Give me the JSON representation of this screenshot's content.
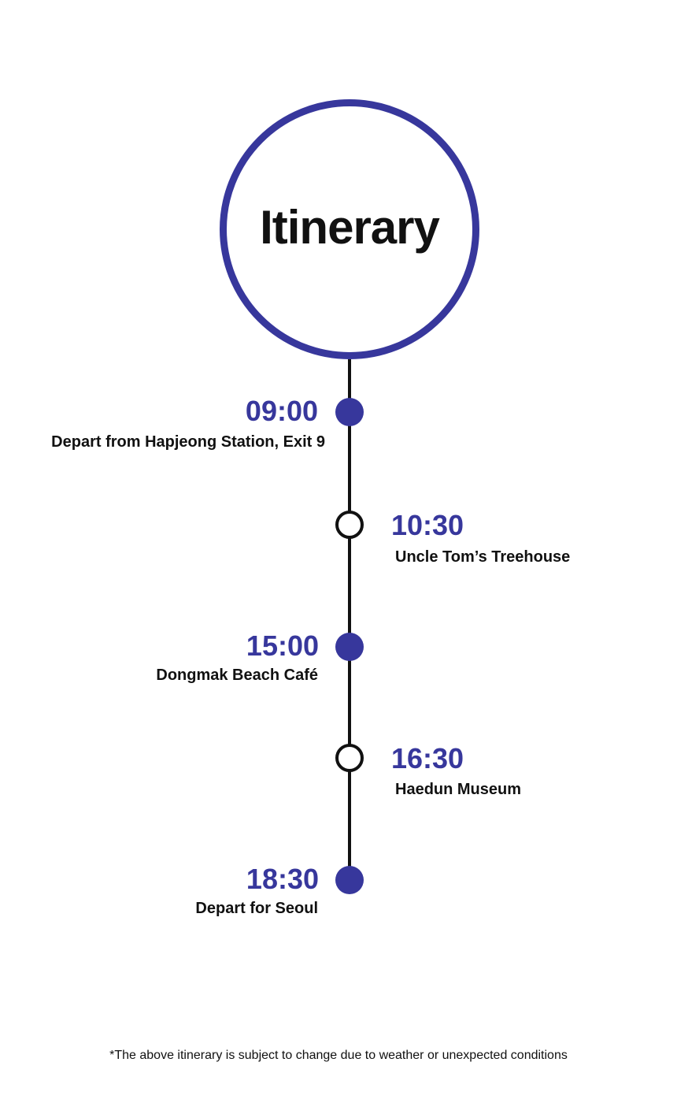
{
  "title": "Itinerary",
  "colors": {
    "accent": "#37379c",
    "line": "#111111"
  },
  "stops": [
    {
      "time": "09:00",
      "place": "Depart from Hapjeong Station, Exit 9",
      "marker": "filled"
    },
    {
      "time": "10:30",
      "place": "Uncle Tom’s Treehouse",
      "marker": "hollow"
    },
    {
      "time": "15:00",
      "place": "Dongmak Beach Café",
      "marker": "filled"
    },
    {
      "time": "16:30",
      "place": "Haedun Museum",
      "marker": "hollow"
    },
    {
      "time": "18:30",
      "place": "Depart for Seoul",
      "marker": "filled"
    }
  ],
  "footnote": "*The above itinerary is subject to change due to weather or unexpected conditions"
}
